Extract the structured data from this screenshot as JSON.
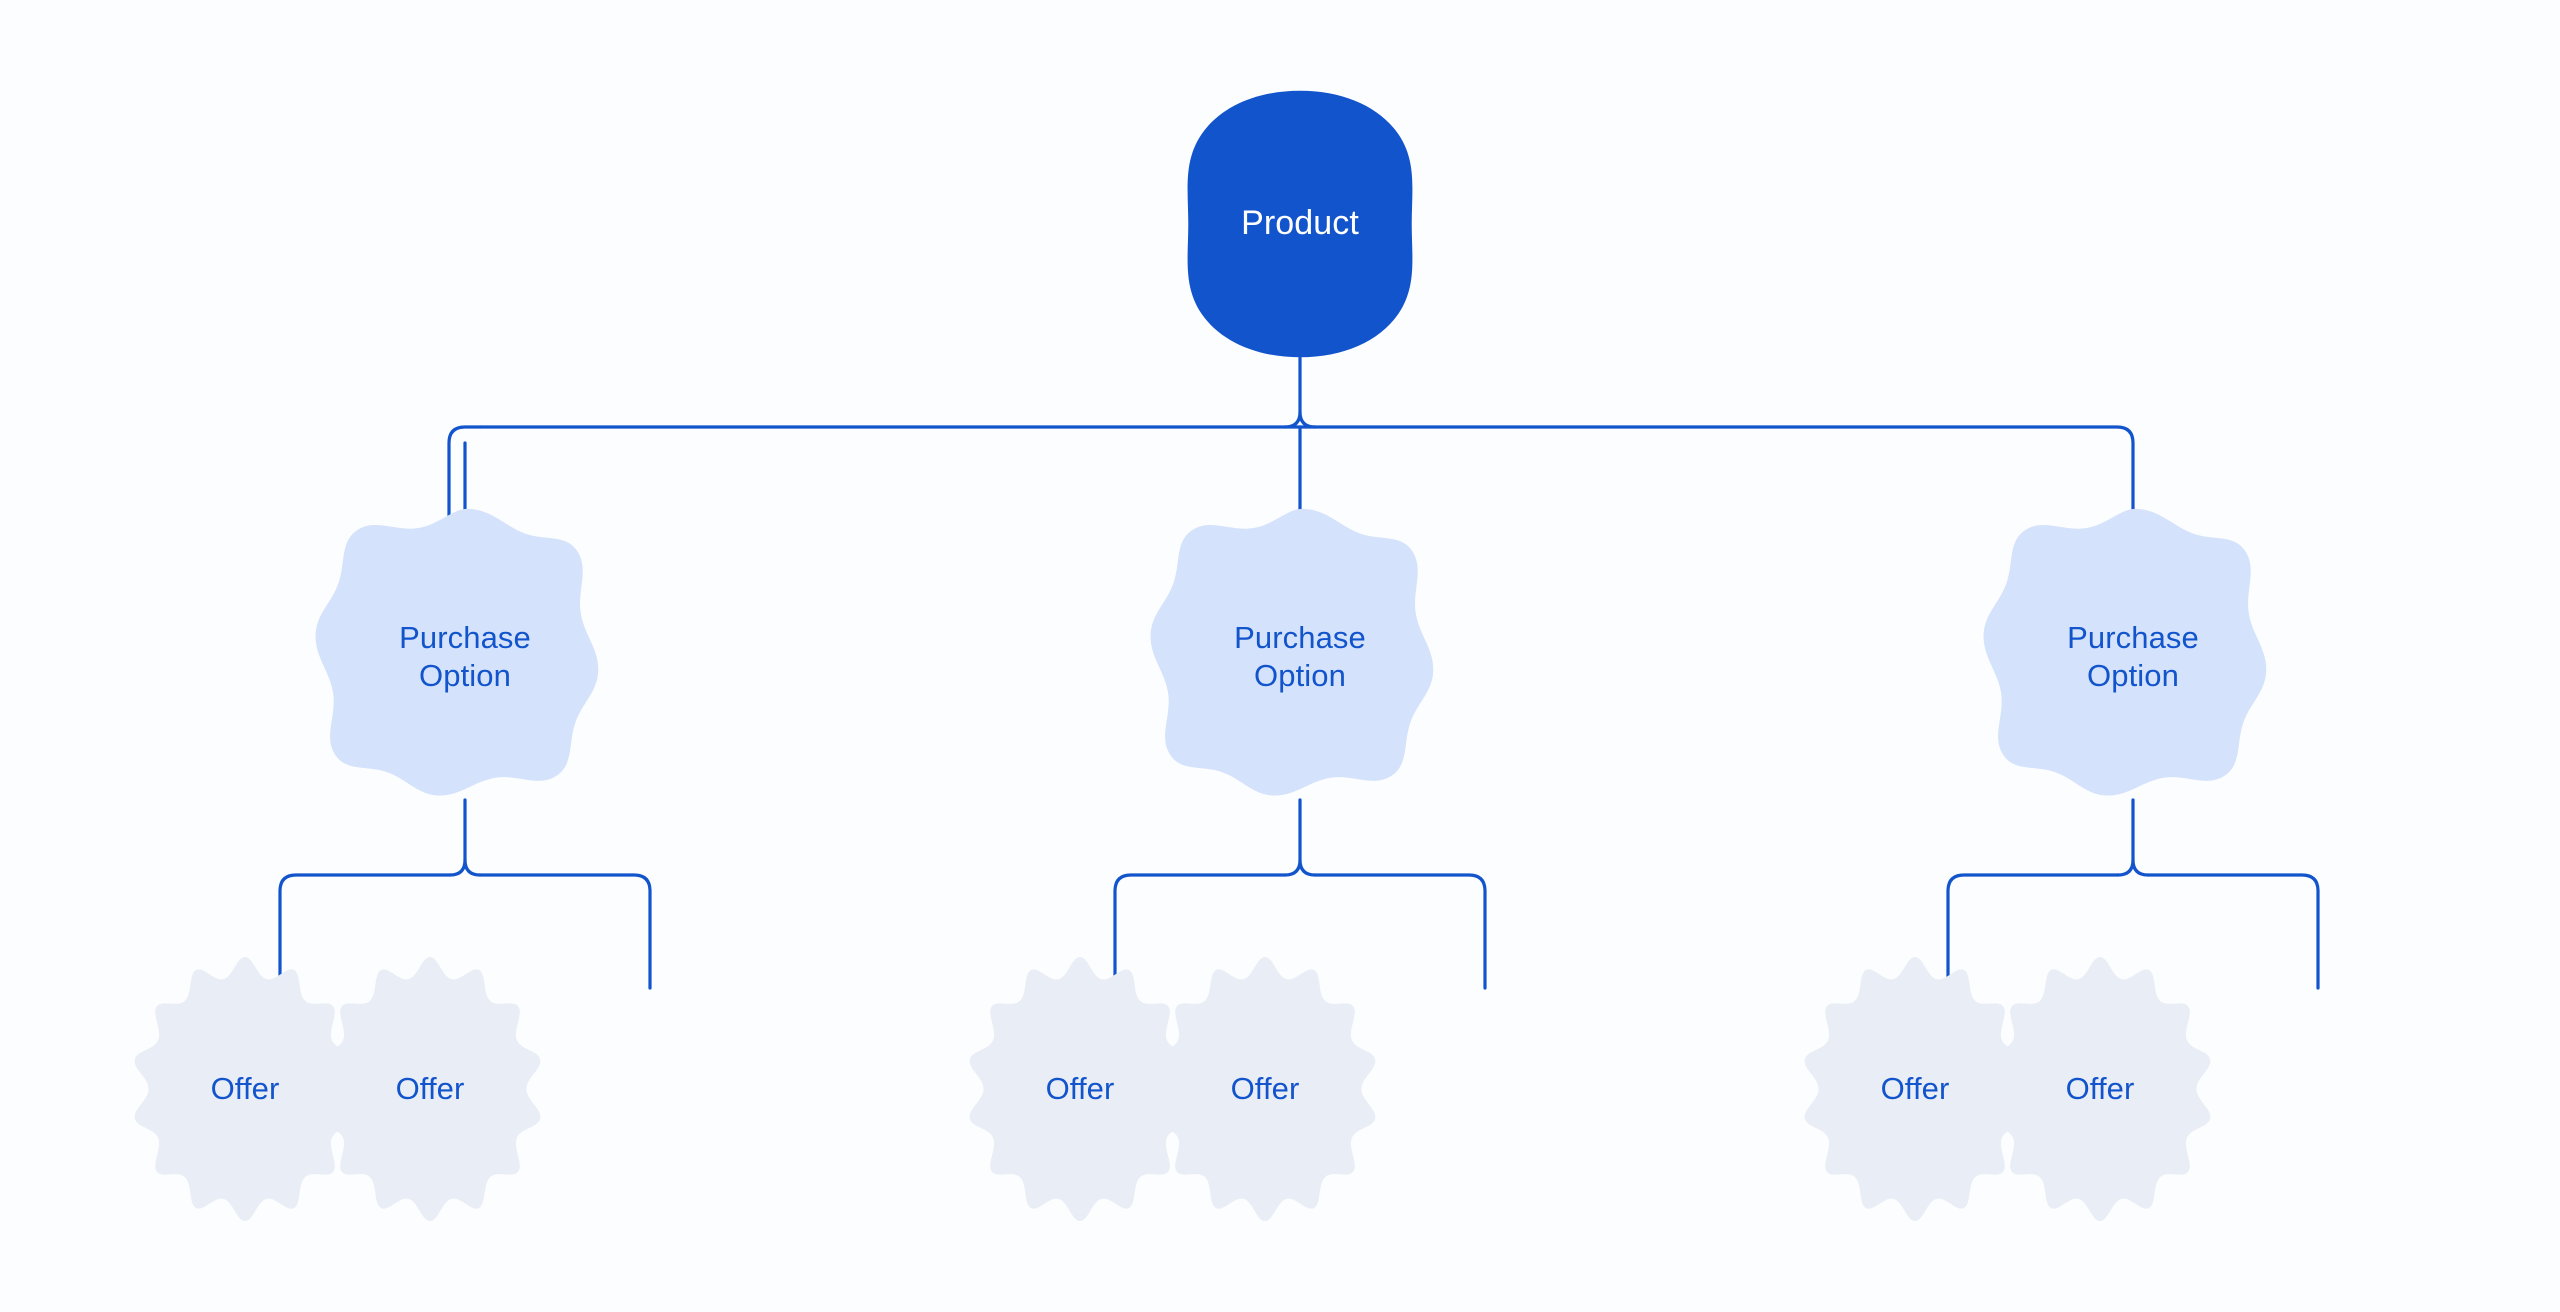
{
  "diagram": {
    "title": "Product / Purchase Option / Offer hierarchy",
    "background_color": "#fcfdff",
    "edge_color": "#1254cc",
    "levels": [
      {
        "name": "product",
        "fill_color": "#1254cc",
        "text_color": "#ffffff",
        "nodes": [
          {
            "label": "Product"
          }
        ]
      },
      {
        "name": "purchase-option",
        "fill_color": "#d4e2fb",
        "text_color": "#1254cc",
        "nodes": [
          {
            "label": "Purchase\nOption"
          },
          {
            "label": "Purchase\nOption"
          },
          {
            "label": "Purchase\nOption"
          }
        ]
      },
      {
        "name": "offer",
        "fill_color": "#e9edf5",
        "text_color": "#1254cc",
        "nodes": [
          {
            "label": "Offer"
          },
          {
            "label": "Offer"
          },
          {
            "label": "Offer"
          },
          {
            "label": "Offer"
          },
          {
            "label": "Offer"
          },
          {
            "label": "Offer"
          }
        ]
      }
    ]
  }
}
